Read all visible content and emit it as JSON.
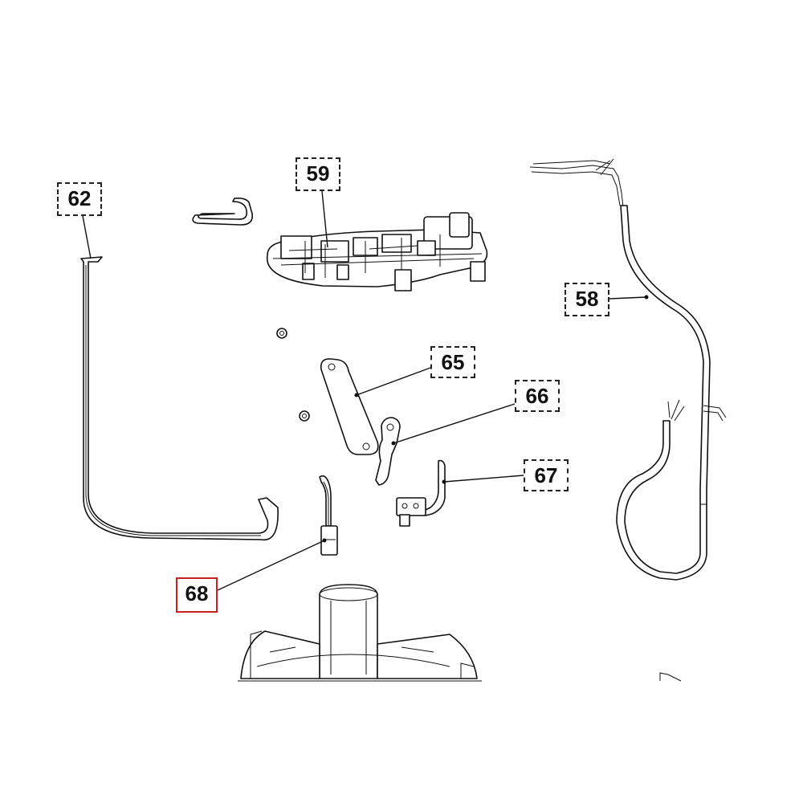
{
  "callouts": {
    "c58": "58",
    "c59": "59",
    "c62": "62",
    "c65": "65",
    "c66": "66",
    "c67": "67",
    "c68": "68"
  },
  "selected_callout": "68",
  "colors": {
    "line": "#111111",
    "background": "#ffffff",
    "selected_border": "#cc1f1f"
  }
}
